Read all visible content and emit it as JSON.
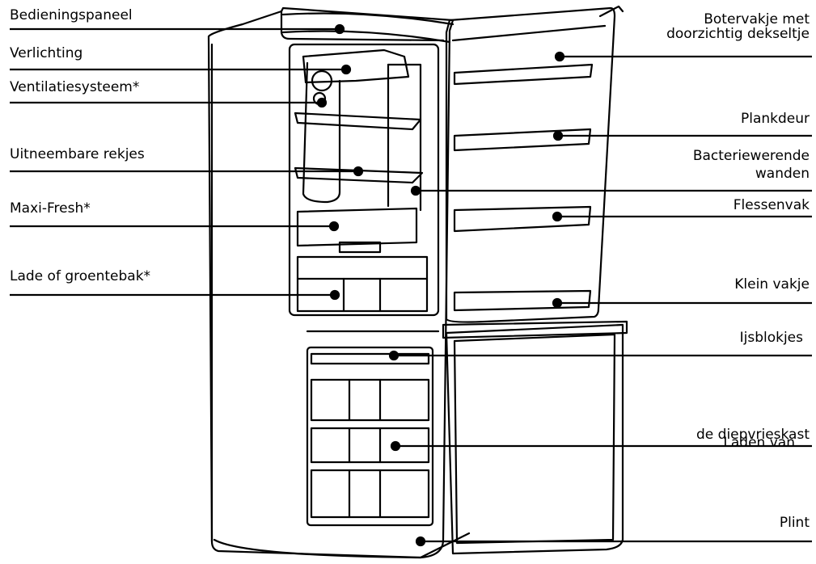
{
  "labels_left": [
    {
      "id": "control-panel",
      "text": "Bedieningspaneel"
    },
    {
      "id": "lighting",
      "text": "Verlichting"
    },
    {
      "id": "ventilation",
      "text": "Ventilatiesysteem*"
    },
    {
      "id": "removable-shelves",
      "text": "Uitneembare rekjes"
    },
    {
      "id": "maxi-fresh",
      "text": "Maxi-Fresh*"
    },
    {
      "id": "crisper-drawer",
      "text": "Lade of groentebak*"
    }
  ],
  "labels_right": [
    {
      "id": "butter-compartment",
      "line1": "Botervakje met",
      "line2": "doorzichtig dekseltje"
    },
    {
      "id": "door-shelf",
      "text": "Plankdeur"
    },
    {
      "id": "antibacterial-walls",
      "line1": "Bacteriewerende",
      "line2": "wanden"
    },
    {
      "id": "bottle-rack",
      "text": "Flessenvak"
    },
    {
      "id": "small-compartment",
      "text": "Klein vakje"
    },
    {
      "id": "ice-cubes",
      "text": "Ijsblokjes"
    },
    {
      "id": "freezer-drawers",
      "line1": "de diepvrieskast",
      "line2": "Laden van"
    },
    {
      "id": "plinth",
      "text": "Plint"
    }
  ]
}
